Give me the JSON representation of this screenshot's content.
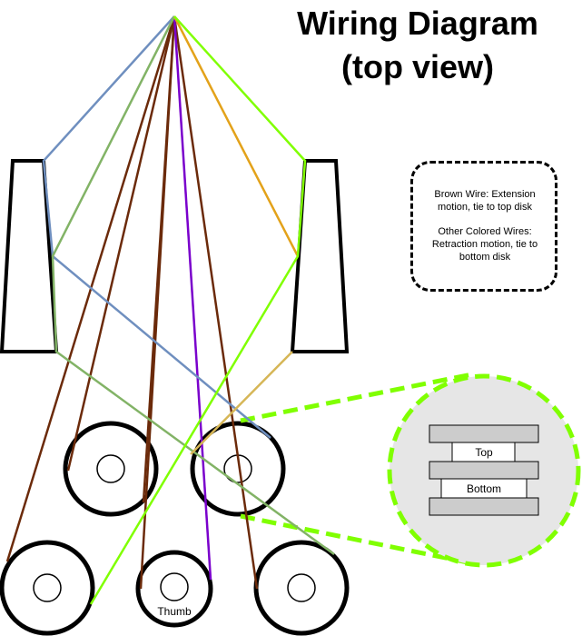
{
  "title": {
    "line1": "Wiring Diagram",
    "line2": "(top view)"
  },
  "note": {
    "brown": "Brown Wire: Extension motion, tie to top disk",
    "other": "Other Colored Wires: Retraction motion, tie to bottom disk"
  },
  "detail": {
    "top_label": "Top",
    "bottom_label": "Bottom"
  },
  "finger_label": "Thumb",
  "colors": {
    "brown": "#6b2a0a",
    "blue": "#6f8fbf",
    "sage": "#82b366",
    "lime": "#80ff00",
    "orange": "#e3a21a",
    "tan": "#d6b656",
    "purple": "#7a00cc",
    "detail_fill": "#e6e6e6",
    "disk_fill": "#cccccc"
  }
}
